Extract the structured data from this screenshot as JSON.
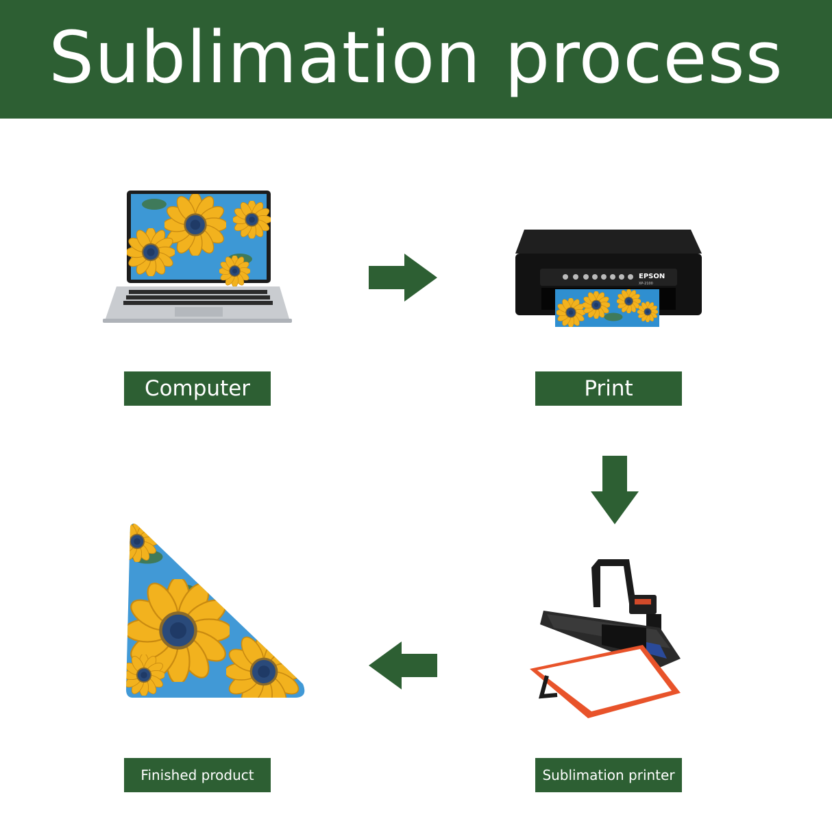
{
  "header": {
    "title": "Sublimation process"
  },
  "steps": {
    "computer": {
      "label": "Computer"
    },
    "print": {
      "label": "Print",
      "printer_brand": "EPSON",
      "printer_model": "XP-2100"
    },
    "press": {
      "label": "Sublimation printer"
    },
    "finished": {
      "label": "Finished product"
    }
  },
  "flow": [
    "computer",
    "print",
    "press",
    "finished"
  ],
  "colors": {
    "brand_green": "#2d5f33",
    "artwork_blue": "#2f8fd0",
    "sunflower_yellow": "#f2b21e",
    "sunflower_center": "#2a4a7a",
    "press_frame": "#e8532a"
  },
  "icons": {
    "arrow_right": "arrow-right-icon",
    "arrow_down": "arrow-down-icon",
    "arrow_left": "arrow-left-icon"
  }
}
